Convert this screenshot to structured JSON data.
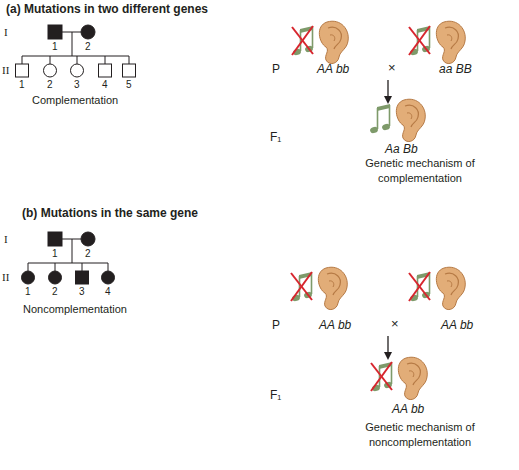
{
  "diagram": {
    "labels": [
      "(a) Mutations in two different genes",
      "I",
      "1",
      "2",
      "II",
      "1",
      "2",
      "3",
      "4",
      "5",
      "Complementation",
      "P",
      "AA bb",
      "×",
      "aa BB",
      "F₁",
      "Aa Bb",
      "Genetic mechanism of complementation",
      "(b) Mutations in the same gene",
      "I",
      "1",
      "2",
      "II",
      "1",
      "2",
      "3",
      "4",
      "Noncomplementation",
      "P",
      "AA bb",
      "×",
      "AA bb",
      "F₁",
      "AA bb",
      "Genetic mechanism of noncomplementation"
    ]
  }
}
